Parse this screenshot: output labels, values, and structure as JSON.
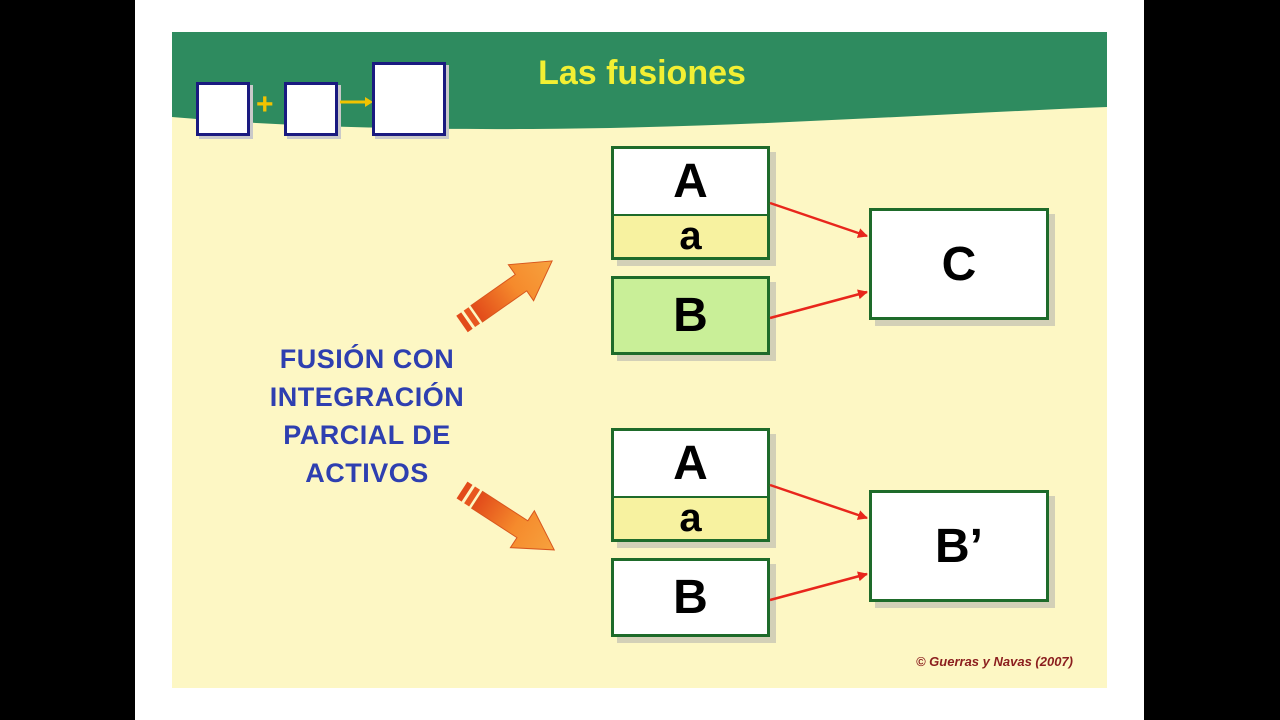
{
  "slide": {
    "title": "Las fusiones",
    "header_icon": {
      "plus": "+"
    },
    "side_label_lines": [
      "FUSIÓN CON",
      "INTEGRACIÓN",
      "PARCIAL DE",
      "ACTIVOS"
    ],
    "credit": "© Guerras y Navas (2007)"
  },
  "diagram_top": {
    "stack": {
      "upper": "A",
      "lower": "a"
    },
    "second": "B",
    "result": "C"
  },
  "diagram_bottom": {
    "stack": {
      "upper": "A",
      "lower": "a"
    },
    "second": "B",
    "result": "B’"
  },
  "colors": {
    "banner": "#2e8b5f",
    "background": "#fdf7c4",
    "title": "#f2ef33",
    "label": "#2e3fb0",
    "box_border": "#1e6b2a",
    "lower_fill": "#f7f2a0",
    "b_fill_top": "#c9ef98",
    "connector": "#e8261c",
    "big_arrow": "#f08a2a",
    "credit": "#8b1e1e"
  }
}
